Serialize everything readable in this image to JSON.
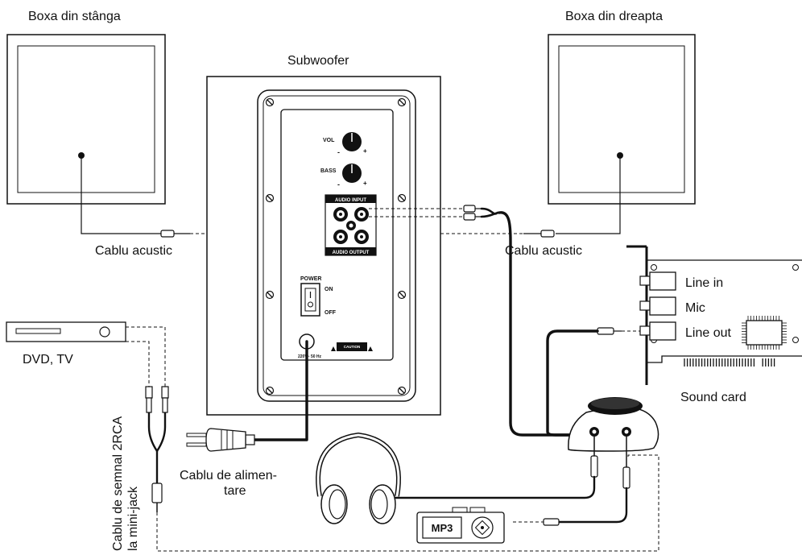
{
  "labels": {
    "left_speaker": "Boxa din stânga",
    "right_speaker": "Boxa din dreapta",
    "subwoofer": "Subwoofer",
    "cable_left": "Cablu acustic",
    "cable_right": "Cablu acustic",
    "dvd_tv": "DVD, TV",
    "signal_cable_line1": "Cablu de semnal 2RCA",
    "signal_cable_line2": "la mini-jack",
    "power_cable_line1": "Cablu de alimen-",
    "power_cable_line2": "tare",
    "sound_card": "Sound card",
    "line_in": "Line in",
    "mic": "Mic",
    "line_out": "Line out",
    "mp3": "MP3"
  },
  "panel": {
    "vol": "VOL",
    "bass": "BASS",
    "minus": "-",
    "plus": "+",
    "audio_input": "AUDIO INPUT",
    "audio_output": "AUDIO OUTPUT",
    "power": "POWER",
    "on": "ON",
    "off": "OFF",
    "voltage": "220V~ 50 Hz",
    "caution": "CAUTION"
  }
}
